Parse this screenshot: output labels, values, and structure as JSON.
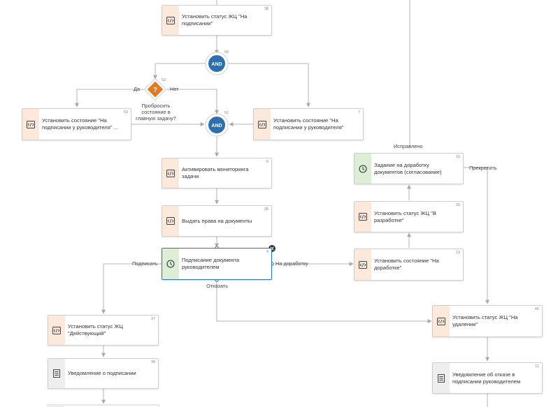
{
  "nodes": {
    "n38": {
      "title": "Установить статус ЖЦ \"На\nподписании\"",
      "num": "38",
      "kind": "script"
    },
    "n53": {
      "title": "Установить состояние \"На\nподписании у руководителя\" ...",
      "num": "53",
      "kind": "script"
    },
    "n7": {
      "title": "Установить состояние \"На\nподписании у руководителя\"",
      "num": "7",
      "kind": "script"
    },
    "n6": {
      "title": "Активировать мониторинга\nзадачи",
      "num": "6",
      "kind": "script"
    },
    "n35": {
      "title": "Выдать права на документы",
      "num": "35",
      "kind": "script"
    },
    "n9": {
      "title": "Подписание документа\nруководителем",
      "num": "9",
      "kind": "timer"
    },
    "n37": {
      "title": "Установить статус ЖЦ\n\"Действующий\"",
      "num": "37",
      "kind": "script"
    },
    "n36": {
      "title": "Уведомление о подписании",
      "num": "36",
      "kind": "doc"
    },
    "n10": {
      "title": "Задание на доработку\nдокументов (согласование)",
      "num": "10",
      "kind": "timer"
    },
    "n39": {
      "title": "Установить статус ЖЦ \"В\nразработке\"",
      "num": "39",
      "kind": "script"
    },
    "n13": {
      "title": "Установить состояние \"На\nдоработке\"",
      "num": "13",
      "kind": "script"
    },
    "n40": {
      "title": "Установить статус ЖЦ \"На\nудалении\"",
      "num": "40",
      "kind": "script"
    },
    "n11": {
      "title": "Уведомление об отказе в\nподписании руководителем",
      "num": "11",
      "kind": "doc"
    }
  },
  "gateways": {
    "g50": {
      "label": "AND",
      "num": "50"
    },
    "g51": {
      "label": "AND",
      "num": "51"
    },
    "g52": {
      "symbol": "?",
      "num": "52",
      "question": "Пробросить\nсостояние в\nглавную задачу?"
    }
  },
  "edge_labels": {
    "yes": "Да",
    "no": "Нет",
    "sign": "Подписать",
    "rework": "На доработку",
    "refuse": "Отказать",
    "fixed": "Исправлено",
    "stop": "Прекратить"
  },
  "colors": {
    "accent": "#2c6fb8",
    "and_gateway": "#2f6fad",
    "decision_gateway": "#e07b2a",
    "connector": "#b5b5b5",
    "script_strip": "#fde8dc",
    "timer_strip": "#dcefd6",
    "doc_strip": "#eeeeee"
  }
}
